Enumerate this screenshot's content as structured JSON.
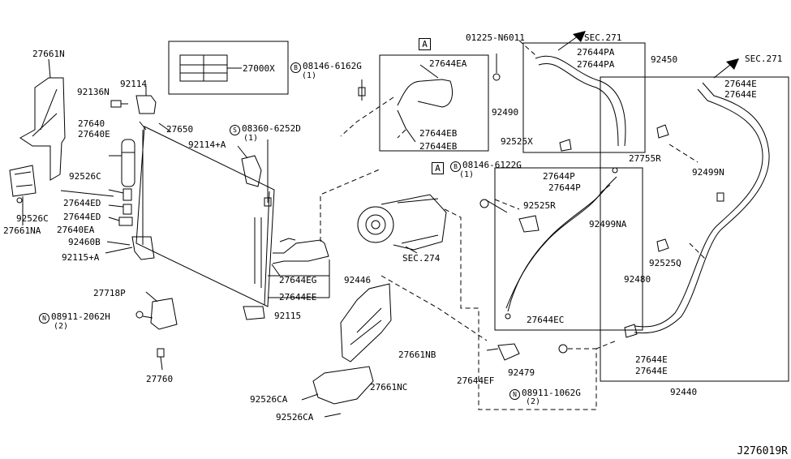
{
  "diagram": {
    "catalog_no": "J276019R",
    "prefix": {
      "B": "B",
      "S": "S",
      "N": "N"
    },
    "labels": {
      "p27661N": "27661N",
      "p92136N": "92136N",
      "p92114": "92114",
      "p27640": "27640",
      "p27640E": "27640E",
      "p27650": "27650",
      "p92526C_a": "92526C",
      "p27644ED_a": "27644ED",
      "p27644ED_b": "27644ED",
      "p92526C_b": "92526C",
      "p27640EA": "27640EA",
      "p27661NA": "27661NA",
      "p92460B": "92460B",
      "p92115A_a": "92115+A",
      "p27000X": "27000X",
      "bolt1": "08146-6162G",
      "bolt1_qty": "(1)",
      "screw1": "08360-6252D",
      "screw1_qty": "(1)",
      "p92114A": "92114+A",
      "p01225": "01225-N6011",
      "p27644EA": "27644EA",
      "p92490": "92490",
      "p27644EB_a": "27644EB",
      "p27644EB_b": "27644EB",
      "sec271_a": "SEC.271",
      "p27644PA_a": "27644PA",
      "p27644PA_b": "27644PA",
      "p92450": "92450",
      "p92525X": "92525X",
      "p27755R": "27755R",
      "sec271_b": "SEC.271",
      "p27644E_a": "27644E",
      "p27644E_b": "27644E",
      "p92499N": "92499N",
      "bolt2": "08146-6122G",
      "bolt2_qty": "(1)",
      "p27644P_a": "27644P",
      "p27644P_b": "27644P",
      "p92525R": "92525R",
      "p92499NA": "92499NA",
      "p92525Q": "92525Q",
      "p92480": "92480",
      "sec274": "SEC.274",
      "p27644EG": "27644EG",
      "p92446": "92446",
      "p27644EE": "27644EE",
      "p92115": "92115",
      "p27718P": "27718P",
      "nut1": "08911-2062H",
      "nut1_qty": "(2)",
      "p27760": "27760",
      "p27661NB": "27661NB",
      "p27661NC": "27661NC",
      "p92526CA_a": "92526CA",
      "p92526CA_b": "92526CA",
      "p27644EC": "27644EC",
      "p27644EF": "27644EF",
      "p92479": "92479",
      "nut2": "08911-1062G",
      "nut2_qty": "(2)",
      "p27644E_c": "27644E",
      "p27644E_d": "27644E",
      "p92440": "92440",
      "ref_A1": "A",
      "ref_A2": "A"
    }
  }
}
